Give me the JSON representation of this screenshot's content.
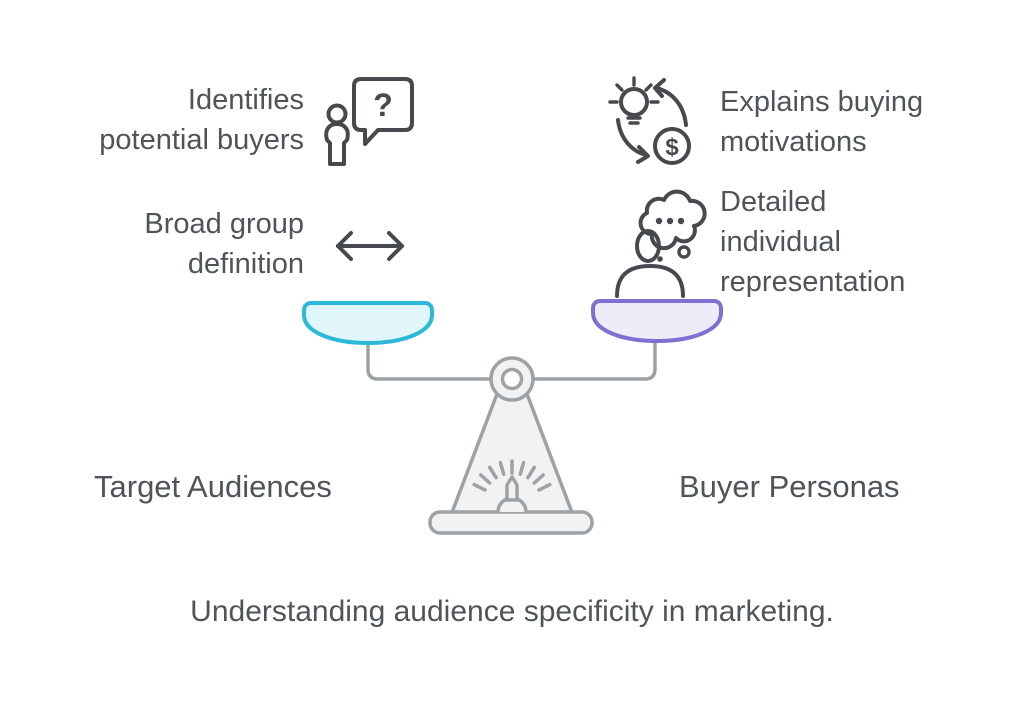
{
  "diagram": {
    "type": "balance-scale-comparison",
    "caption": "Understanding audience specificity in marketing.",
    "left": {
      "title": "Target Audiences",
      "points": [
        {
          "text": "Identifies\npotential buyers",
          "icon": "person-question-icon"
        },
        {
          "text": "Broad group\ndefinition",
          "icon": "double-arrow-icon"
        }
      ]
    },
    "right": {
      "title": "Buyer Personas",
      "points": [
        {
          "text": "Explains buying\nmotivations",
          "icon": "bulb-dollar-cycle-icon"
        },
        {
          "text": "Detailed\nindividual\nrepresentation",
          "icon": "person-thought-icon"
        }
      ]
    },
    "glyphs": {
      "question_mark": "?",
      "dollar": "$"
    },
    "colors": {
      "background": "#ffffff",
      "text": "#4f545a",
      "icon": "#46494d",
      "scale_stroke": "#9da2a6",
      "scale_fill": "#f2f2f2",
      "pan_left_fill": "#e1f6fb",
      "pan_left_stroke": "#2cb9d9",
      "pan_right_fill": "#efecfa",
      "pan_right_stroke": "#7e70d2"
    }
  }
}
